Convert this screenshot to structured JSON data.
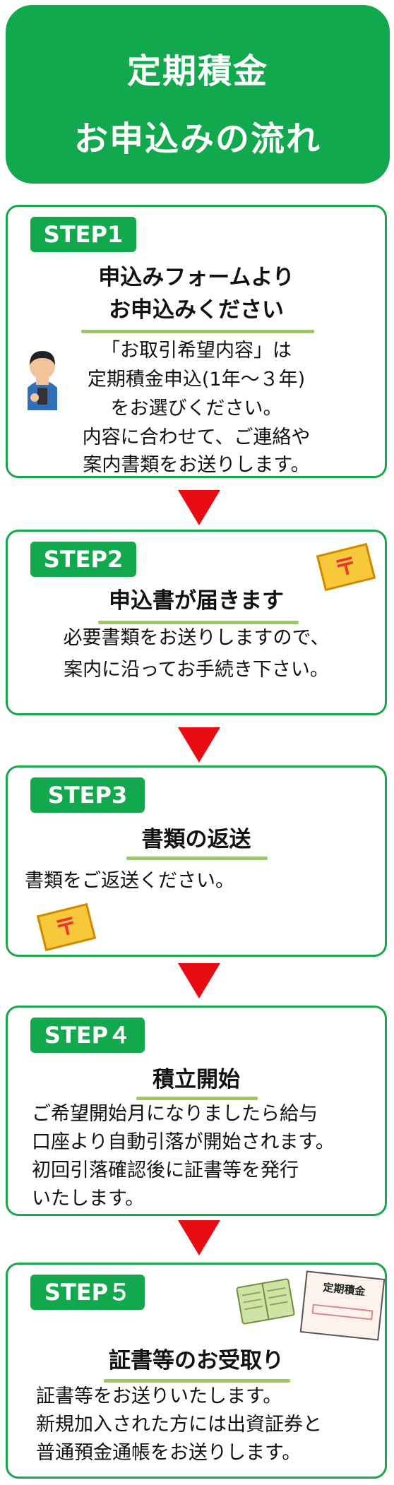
{
  "header": {
    "line1": "定期積金",
    "line2": "お申込みの流れ"
  },
  "steps": [
    {
      "badge": "STEP1",
      "title_lines": [
        "申込みフォームより",
        "お申込みください"
      ],
      "body_lines": [
        "「お取引希望内容」は",
        "定期積金申込(1年～３年)",
        "をお選びください。",
        "内容に合わせて、ご連絡や",
        "案内書類をお送りします。"
      ]
    },
    {
      "badge": "STEP2",
      "title": "申込書が届きます",
      "body_lines": [
        "必要書類をお送りしますので、",
        "案内に沿ってお手続き下さい。"
      ]
    },
    {
      "badge": "STEP3",
      "title": "書類の返送",
      "body_lines": [
        "書類をご返送ください。"
      ]
    },
    {
      "badge": "STEP４",
      "title": "積立開始",
      "body_lines": [
        "ご希望開始月になりましたら給与",
        "口座より自動引落が開始されます。",
        "初回引落確認後に証書等を発行",
        "いたします。"
      ]
    },
    {
      "badge": "STEP５",
      "title": "証書等のお受取り",
      "body_lines": [
        "証書等をお送りいたします。",
        "新規加入された方には出資証券と",
        "普通預金通帳をお送りします。"
      ],
      "certificate_label": "定期積金"
    }
  ],
  "postal_mark": "〒",
  "colors": {
    "green": "#12a84d",
    "arrow": "#e80b12",
    "underline": "#9ccb5b",
    "envelope": "#f6c83a"
  }
}
